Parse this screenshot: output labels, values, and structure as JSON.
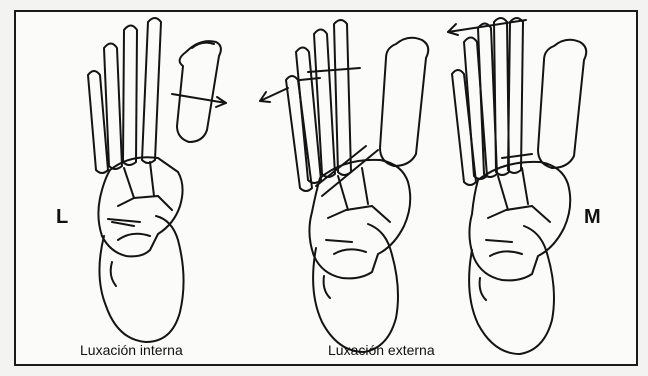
{
  "figure": {
    "side_labels": {
      "left": "L",
      "right": "M"
    },
    "captions": {
      "internal": "Luxación interna",
      "external": "Luxación externa"
    }
  }
}
